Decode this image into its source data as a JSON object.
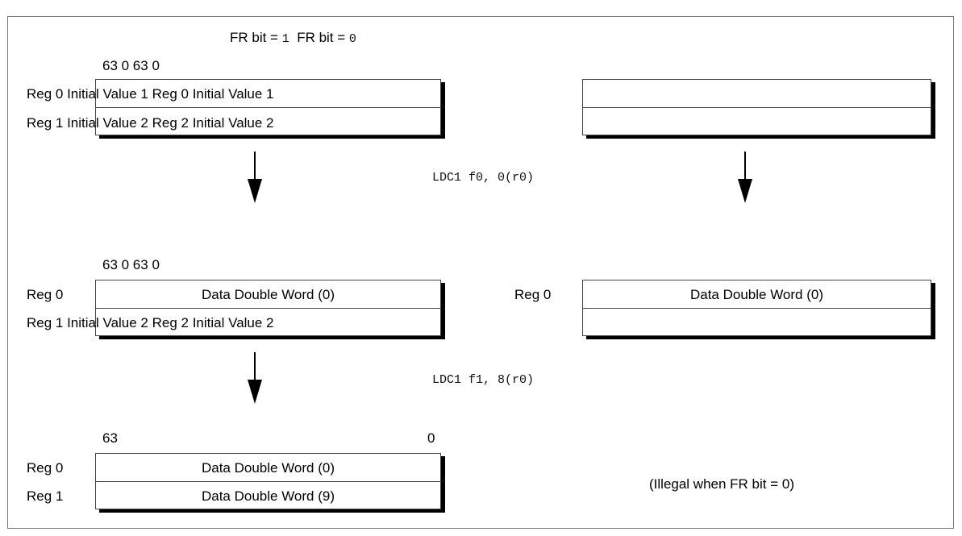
{
  "header": {
    "fr_bit_1": "FR bit = 1",
    "fr_bit_0": "FR bit = 0",
    "fr_val_1": "1",
    "fr_val_0": "0"
  },
  "bits_row_1": "63 0 63 0",
  "bits_row_2": "63 0 63 0",
  "bits_row_3": {
    "high": "63",
    "low": "0"
  },
  "stage1": {
    "left": {
      "row0": "Reg 0 Initial Value 1 Reg 0 Initial Value 1",
      "row1": "Reg 1 Initial Value 2 Reg 2 Initial Value 2"
    }
  },
  "instr1": "LDC1 f0, 0(r0)",
  "instr2": "LDC1 f1, 8(r0)",
  "stage2": {
    "left": {
      "row0_label": "Reg 0",
      "row0_value": "Data Double Word (0)",
      "row1": "Reg 1 Initial Value 2 Reg 2 Initial Value 2"
    },
    "right": {
      "row0_label": "Reg 0",
      "row0_value": "Data Double Word (0)"
    }
  },
  "stage3": {
    "left": {
      "row0_label": "Reg 0",
      "row0_value": "Data Double Word (0)",
      "row1_label": "Reg 1",
      "row1_value": "Data Double Word (9)"
    },
    "right_note": "(Illegal when FR bit = 0)"
  }
}
